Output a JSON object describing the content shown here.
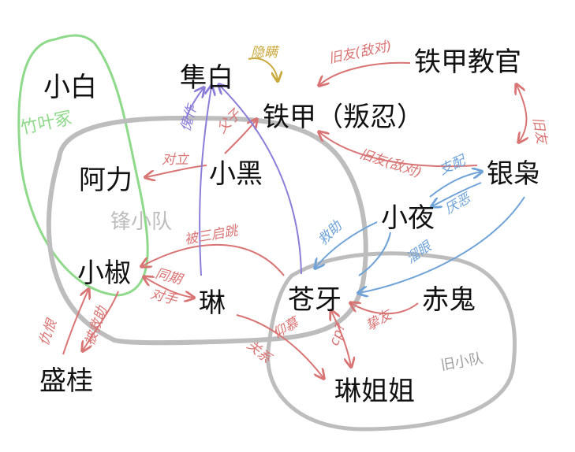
{
  "nodes": {
    "xiaobai": "小白",
    "sunbai": "隼白",
    "tiejia": "铁甲（叛忍）",
    "tiejia_jiaoguan": "铁甲教官",
    "ali": "阿力",
    "xiaohei": "小黑",
    "yinxiao": "银枭",
    "xiaoye": "小夜",
    "xiaojiao": "小椒",
    "lin": "琳",
    "cangya": "苍牙",
    "chigui": "赤鬼",
    "shenggui": "盛桂",
    "linjiejie": "琳姐姐"
  },
  "groups": {
    "zhuyezhong": "竹叶冢",
    "zhuxiaodui": "锋小队",
    "jiuxiaodui": "旧小队"
  },
  "edge_labels": {
    "yinman": "隐瞒",
    "jiuzhi_didui_top": "旧友(敌对)",
    "jiuzhi_didui_mid": "旧友(敌对)",
    "jiuzhi_right": "旧友",
    "duizhi": "对立",
    "fuzi": "父子",
    "kuizuo": "傀作",
    "bei_san_bo_tiao": "被三启跳",
    "tongzhi": "同期",
    "duishou": "对手",
    "qianshi": "仇恨",
    "bei_jiuzhi": "被救助",
    "yangmu": "仰慕",
    "cp": "cp?",
    "zhiyou": "挚友",
    "zhuqu": "支配",
    "yanwu": "厌恶",
    "hunfang": "溜眼",
    "jiuzhi_xiao": "救助",
    "guanzhu": "关系"
  },
  "colors": {
    "group_gray": "#bdbdbd",
    "group_green": "#8ed98a",
    "edge_red": "#d97474",
    "edge_blue": "#6fa3d8",
    "edge_purple": "#8b7ed8",
    "edge_yellow": "#c9a83a",
    "text": "#111111"
  }
}
